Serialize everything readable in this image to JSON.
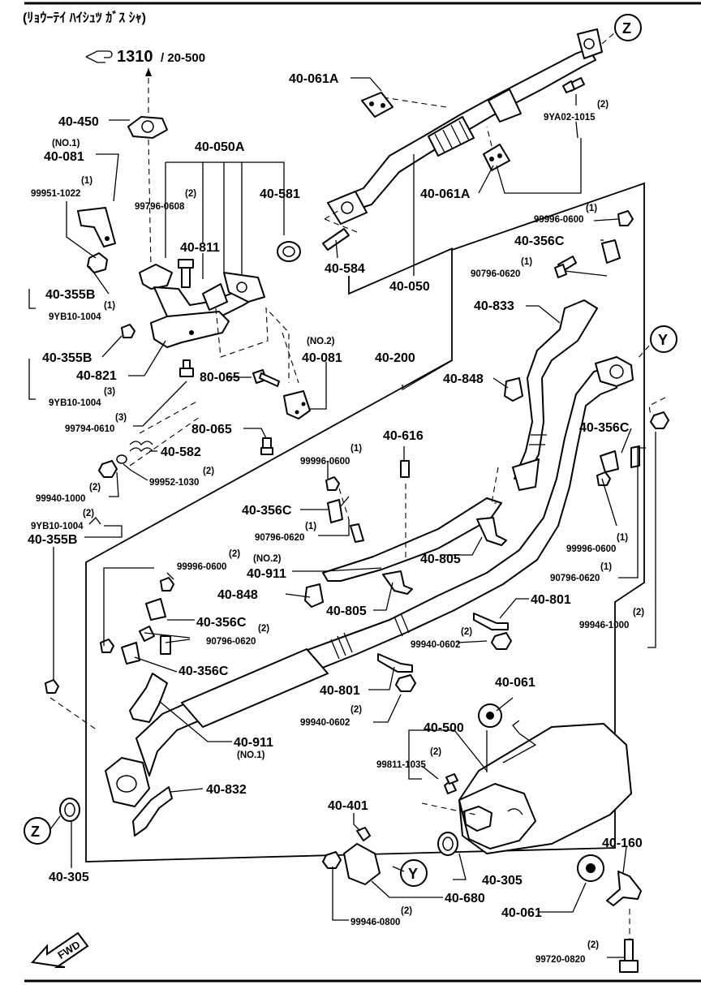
{
  "title": "(ﾘｮｳｰﾃｲ ﾊｲｼｭﾂ ｶﾞｽ ｼｬ)",
  "reference": {
    "main": "1310",
    "sub": "/ 20-500"
  },
  "fwd_label": "FWD",
  "circle_markers": {
    "z": "Z",
    "y": "Y"
  },
  "labels": {
    "p40_061A_top": "40-061A",
    "p9YA02_1015_qty": "(2)",
    "p9YA02_1015": "9YA02-1015",
    "p40_061A_mid": "40-061A",
    "p40_584": "40-584",
    "p40_050": "40-050",
    "p40_450": "40-450",
    "p40_081_no1_note": "(NO.1)",
    "p40_081_no1": "40-081",
    "p99951_1022_qty": "(1)",
    "p99951_1022": "99951-1022",
    "p40_050A": "40-050A",
    "p99796_0608_qty": "(2)",
    "p99796_0608": "99796-0608",
    "p40_581": "40-581",
    "p40_811": "40-811",
    "p40_355B_1": "40-355B",
    "p9YB10_1004_1_qty": "(1)",
    "p9YB10_1004_1": "9YB10-1004",
    "p40_355B_2": "40-355B",
    "p40_821": "40-821",
    "p9YB10_1004_2_qty": "(3)",
    "p9YB10_1004_2": "9YB10-1004",
    "p99794_0610_qty": "(3)",
    "p99794_0610": "99794-0610",
    "p80_065_1": "80-065",
    "p40_081_no2_note": "(NO.2)",
    "p40_081_no2": "40-081",
    "p40_200": "40-200",
    "p80_065_2": "80-065",
    "p40_582": "40-582",
    "p99952_1030_qty": "(2)",
    "p99952_1030": "99952-1030",
    "p99940_1000_qty": "(2)",
    "p99940_1000": "99940-1000",
    "p9YB10_1004_3_qty": "(2)",
    "p9YB10_1004_3": "9YB10-1004",
    "p40_355B_3": "40-355B",
    "p99996_0600_a_qty": "(1)",
    "p99996_0600_a": "99996-0600",
    "p40_356C_a": "40-356C",
    "p90796_0620_a_qty": "(1)",
    "p90796_0620_a": "90796-0620",
    "p40_833": "40-833",
    "p40_848_a": "40-848",
    "p40_356C_b": "40-356C",
    "p99996_0600_b_qty": "(1)",
    "p99996_0600_b": "99996-0600",
    "p90796_0620_b_qty": "(1)",
    "p90796_0620_b": "90796-0620",
    "p99946_1000_qty": "(2)",
    "p99946_1000": "99946-1000",
    "p40_616": "40-616",
    "p99996_0600_c_qty": "(1)",
    "p99996_0600_c": "99996-0600",
    "p40_356C_c": "40-356C",
    "p90796_0620_c_qty": "(1)",
    "p90796_0620_c": "90796-0620",
    "p40_911_no2_note": "(NO.2)",
    "p40_911_no2": "40-911",
    "p40_805_a": "40-805",
    "p40_848_b": "40-848",
    "p40_805_b": "40-805",
    "p40_801_a": "40-801",
    "p99996_0600_d_qty": "(2)",
    "p99996_0600_d": "99996-0600",
    "p40_356C_d": "40-356C",
    "p90796_0620_d_qty": "(2)",
    "p90796_0620_d": "90796-0620",
    "p40_356C_e": "40-356C",
    "p99940_0602_a_qty": "(2)",
    "p99940_0602_a": "99940-0602",
    "p40_801_b": "40-801",
    "p99940_0602_b_qty": "(2)",
    "p99940_0602_b": "99940-0602",
    "p40_911_no1": "40-911",
    "p40_911_no1_note": "(NO.1)",
    "p40_832": "40-832",
    "p40_061_a": "40-061",
    "p40_500": "40-500",
    "p99811_1035_qty": "(2)",
    "p99811_1035": "99811-1035",
    "p40_401": "40-401",
    "p40_305_a": "40-305",
    "p40_305_b": "40-305",
    "p40_680": "40-680",
    "p99946_0800_qty": "(2)",
    "p99946_0800": "99946-0800",
    "p40_160": "40-160",
    "p40_061_b": "40-061",
    "p99720_0820_qty": "(2)",
    "p99720_0820": "99720-0820"
  }
}
